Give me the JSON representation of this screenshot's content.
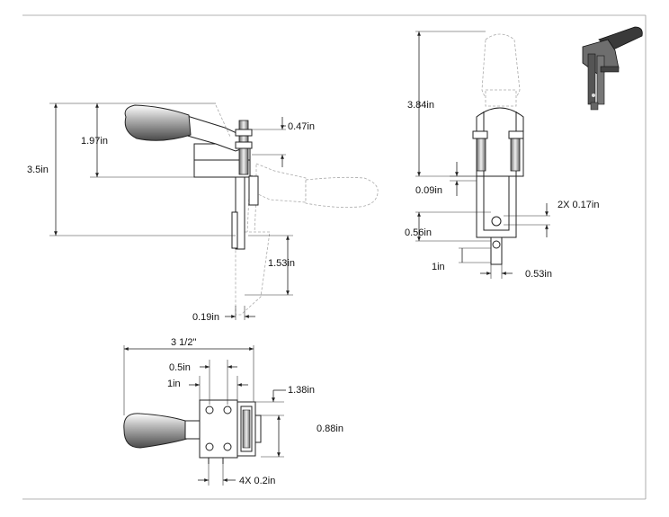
{
  "dimensions": {
    "side": {
      "d_3_5": "3.5in",
      "d_1_97": "1.97in",
      "d_0_47": "0.47in",
      "d_1_53": "1.53in",
      "d_0_19": "0.19in"
    },
    "front": {
      "d_3_84": "3.84in",
      "d_0_09": "0.09in",
      "d_2x_0_17": "2X 0.17in",
      "d_0_56": "0.56in",
      "d_1in": "1in",
      "d_0_53": "0.53in"
    },
    "top": {
      "d_3_1_2": "3 1/2\"",
      "d_0_5": "0.5in",
      "d_1in": "1in",
      "d_1_38": "1.38in",
      "d_0_88": "0.88in",
      "d_4x_0_2": "4X 0.2in"
    }
  },
  "colors": {
    "line": "#222222",
    "ghost": "#aaaaaa",
    "handle": "#6b6b6b",
    "border": "#9a9a9a"
  },
  "icons": {
    "product_thumbnail": "clamp-3d-thumbnail-icon"
  }
}
